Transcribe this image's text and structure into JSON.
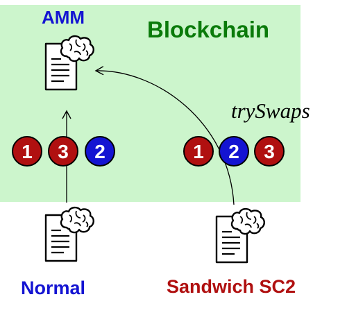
{
  "blockchain": {
    "label": "Blockchain"
  },
  "amm": {
    "label": "AMM",
    "icon": "smart-contract-brain-icon"
  },
  "normal": {
    "label": "Normal",
    "icon": "smart-contract-brain-icon"
  },
  "sandwich": {
    "label": "Sandwich SC2",
    "icon": "smart-contract-brain-icon"
  },
  "edge_sandwich_to_amm": {
    "label": "trySwaps"
  },
  "normal_order": [
    {
      "num": "1",
      "color": "#b01010"
    },
    {
      "num": "3",
      "color": "#b01010"
    },
    {
      "num": "2",
      "color": "#1414d2"
    }
  ],
  "sandwich_order": [
    {
      "num": "1",
      "color": "#b01010"
    },
    {
      "num": "2",
      "color": "#1414d2"
    },
    {
      "num": "3",
      "color": "#b01010"
    }
  ],
  "colors": {
    "red": "#b01010",
    "blue": "#1414d2",
    "green": "#0a7a0a",
    "region": "#ccf5cc"
  }
}
